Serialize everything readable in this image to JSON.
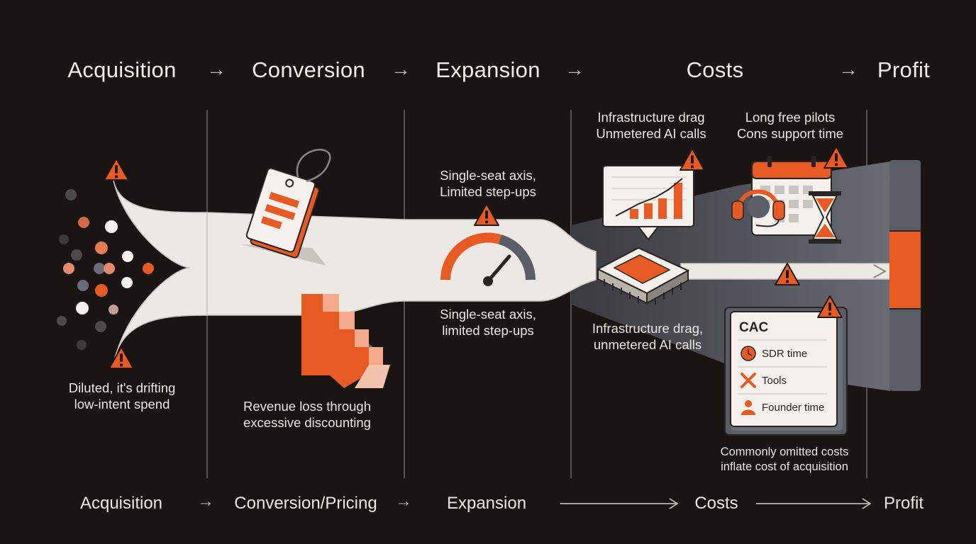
{
  "header": {
    "stage_1": "Acquisition",
    "stage_2": "Conversion",
    "stage_3": "Expansion",
    "stage_4": "Costs",
    "stage_5": "Profit",
    "arrow": "→"
  },
  "footer": {
    "stage_1": "Acquisition",
    "stage_2": "Conversion/Pricing",
    "stage_3": "Expansion",
    "stage_4": "Costs",
    "stage_5": "Profit"
  },
  "acquisition": {
    "note_line_1": "Diluted, it's drifting",
    "note_line_2": "low-intent spend"
  },
  "conversion": {
    "note_line_1": "Revenue loss through",
    "note_line_2": "excessive discounting"
  },
  "expansion": {
    "top_line_1": "Single-seat axis,",
    "top_line_2": "Limited step-ups",
    "bottom_line_1": "Single-seat axis,",
    "bottom_line_2": "limited step-ups"
  },
  "costs": {
    "top_left_line_1": "Infrastructure drag",
    "top_left_line_2": "Unmetered AI calls",
    "top_right_line_1": "Long free pilots",
    "top_right_line_2": "Cons support time",
    "mid_line_1": "Infrastructure drag,",
    "mid_line_2": "unmetered AI calls",
    "cac_card": {
      "title": "CAC",
      "items": [
        "SDR time",
        "Tools",
        "Founder time"
      ]
    },
    "omitted_line_1": "Commonly omitted costs",
    "omitted_line_2": "inflate cost of acquisition"
  },
  "colors": {
    "background": "#1a1412",
    "accent": "#e85a24",
    "flow": "#ece9e4",
    "slate": "#5a5c66"
  },
  "icons": [
    "warning-icon",
    "price-tag-icon",
    "staircase-icon",
    "gauge-icon",
    "chip-icon",
    "bar-chart-icon",
    "calendar-icon",
    "headset-icon",
    "hourglass-icon",
    "clock-icon",
    "tools-icon",
    "person-icon"
  ]
}
